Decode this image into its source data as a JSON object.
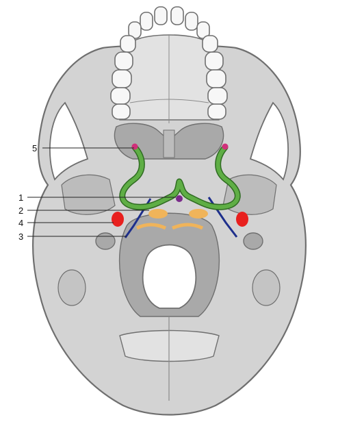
{
  "callouts": [
    {
      "number": "5"
    },
    {
      "number": "1"
    },
    {
      "number": "2"
    },
    {
      "number": "4"
    },
    {
      "number": "3"
    }
  ],
  "colors": {
    "skull_fill": "#d3d3d3",
    "skull_light": "#e2e2e2",
    "skull_dark": "#a9a9a9",
    "outline": "#6f6f6f",
    "teeth": "#f7f7f7",
    "green_structure": "#5fae45",
    "pink_dot": "#d0307a",
    "purple_dot": "#7a2a8a",
    "orange_structure": "#f0b45a",
    "red_structure": "#e8201e",
    "blue_structure": "#1e2f8c",
    "background": "#ffffff"
  }
}
